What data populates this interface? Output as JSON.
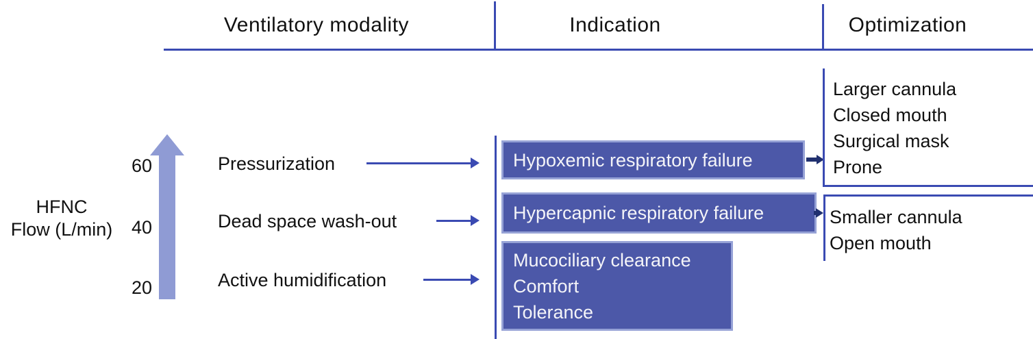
{
  "colors": {
    "line_blue": "#3a4ab2",
    "box_fill": "#4c58a8",
    "box_border": "#96a2d6",
    "flow_arrow": "#8f9bd4",
    "dark_arrow": "#20306f",
    "text": "#111111",
    "box_text": "#f4f4f8"
  },
  "headers": {
    "modality": "Ventilatory modality",
    "indication": "Indication",
    "optimization": "Optimization"
  },
  "axis": {
    "label_line1": "HFNC",
    "label_line2": "Flow (L/min)",
    "ticks": [
      "60",
      "40",
      "20"
    ]
  },
  "modalities": [
    "Pressurization",
    "Dead space wash-out",
    "Active humidification"
  ],
  "indications": [
    {
      "lines": [
        "Hypoxemic respiratory failure"
      ]
    },
    {
      "lines": [
        "Hypercapnic respiratory failure"
      ]
    },
    {
      "lines": [
        "Mucociliary clearance",
        "Comfort",
        "Tolerance"
      ]
    }
  ],
  "optimizations": [
    {
      "lines": [
        "Larger cannula",
        "Closed mouth",
        "Surgical mask",
        "Prone"
      ]
    },
    {
      "lines": [
        "Smaller cannula",
        "Open mouth"
      ]
    }
  ]
}
